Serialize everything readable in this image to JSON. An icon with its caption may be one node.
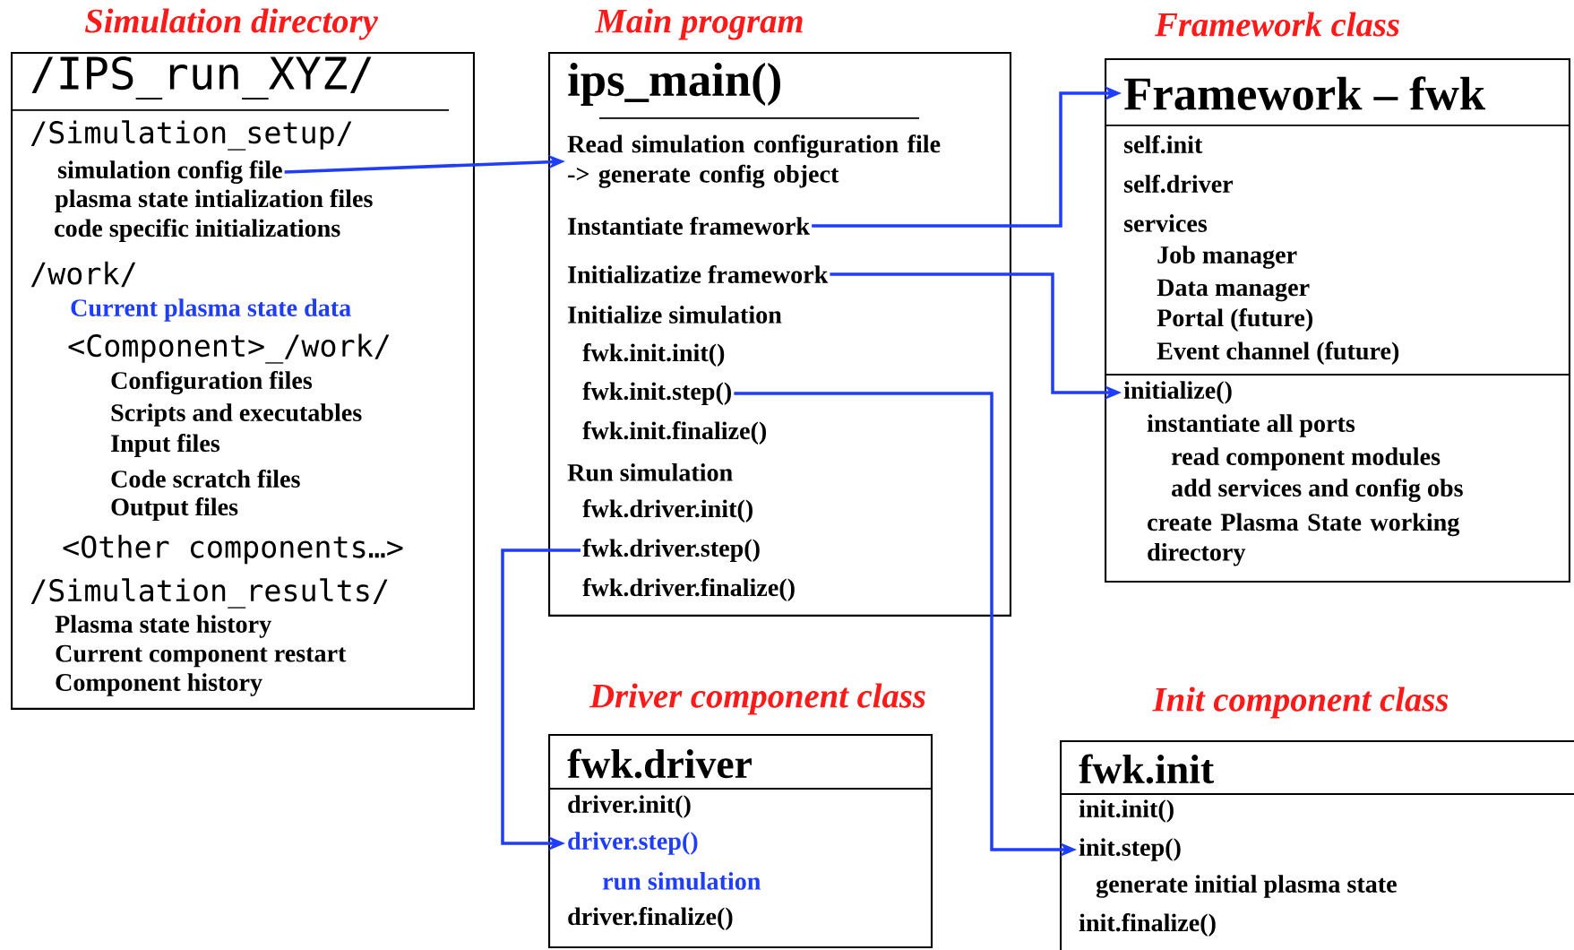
{
  "diagram": {
    "nodes": [
      {
        "text": [
          "Simulation directory",
          "/IPS_run_XYZ/",
          "/Simulation_setup/",
          "plasma state intialization files",
          "code specific initializations",
          "/work/",
          "Current plasma state data",
          "<Component>_/work/",
          "Configuration files",
          "Scripts and executables",
          "Input files",
          "Code scratch files",
          "Output files",
          "<Other components…>",
          "/Simulation_results/",
          "Plasma state history",
          "Current component restart",
          "Component history"
        ]
      },
      {
        "text": [
          "simulation config file"
        ],
        "in": 0
      },
      {
        "text": [
          "Main program",
          "ips_main()",
          "Initialize simulation",
          "fwk.init.init()",
          "fwk.init.finalize()",
          "Run simulation",
          "fwk.driver.init()",
          "fwk.driver.finalize()"
        ]
      },
      {
        "text": [
          "Read simulation configuration file -> generate config object"
        ],
        "in": 2
      },
      {
        "text": [
          "Instantiate framework"
        ],
        "in": 2
      },
      {
        "text": [
          "Initializatize framework"
        ],
        "in": 2
      },
      {
        "text": [
          "fwk.init.step()"
        ],
        "in": 2
      },
      {
        "text": [
          "fwk.driver.step()"
        ],
        "in": 2
      },
      {
        "text": [
          "Framework class",
          "self.init",
          "self.driver",
          "services",
          "Job manager",
          "Data manager",
          "Portal (future)",
          "Event channel (future)",
          "instantiate all ports",
          "read component modules",
          "add services and config obs",
          "create Plasma State working directory"
        ]
      },
      {
        "text": [
          "Framework – fwk"
        ],
        "in": 8
      },
      {
        "text": [
          "initialize()"
        ],
        "in": 8
      },
      {
        "text": [
          "Driver component class",
          "fwk.driver",
          "driver.init()",
          "run simulation",
          "driver.finalize()"
        ]
      },
      {
        "text": [
          "driver.step()"
        ],
        "in": 11
      },
      {
        "text": [
          "Init component class",
          "fwk.init",
          "init.init()",
          "generate initial plasma state",
          "init.finalize()"
        ]
      },
      {
        "text": [
          "init.step()"
        ],
        "in": 13
      }
    ],
    "edges": [
      {
        "from": 1,
        "to": 3,
        "arrow": "to"
      },
      {
        "from": 4,
        "to": 9,
        "arrow": "to"
      },
      {
        "from": 5,
        "to": 10,
        "arrow": "to"
      },
      {
        "from": 6,
        "to": 14,
        "arrow": "to"
      },
      {
        "from": 7,
        "to": 12,
        "arrow": "to"
      }
    ]
  }
}
